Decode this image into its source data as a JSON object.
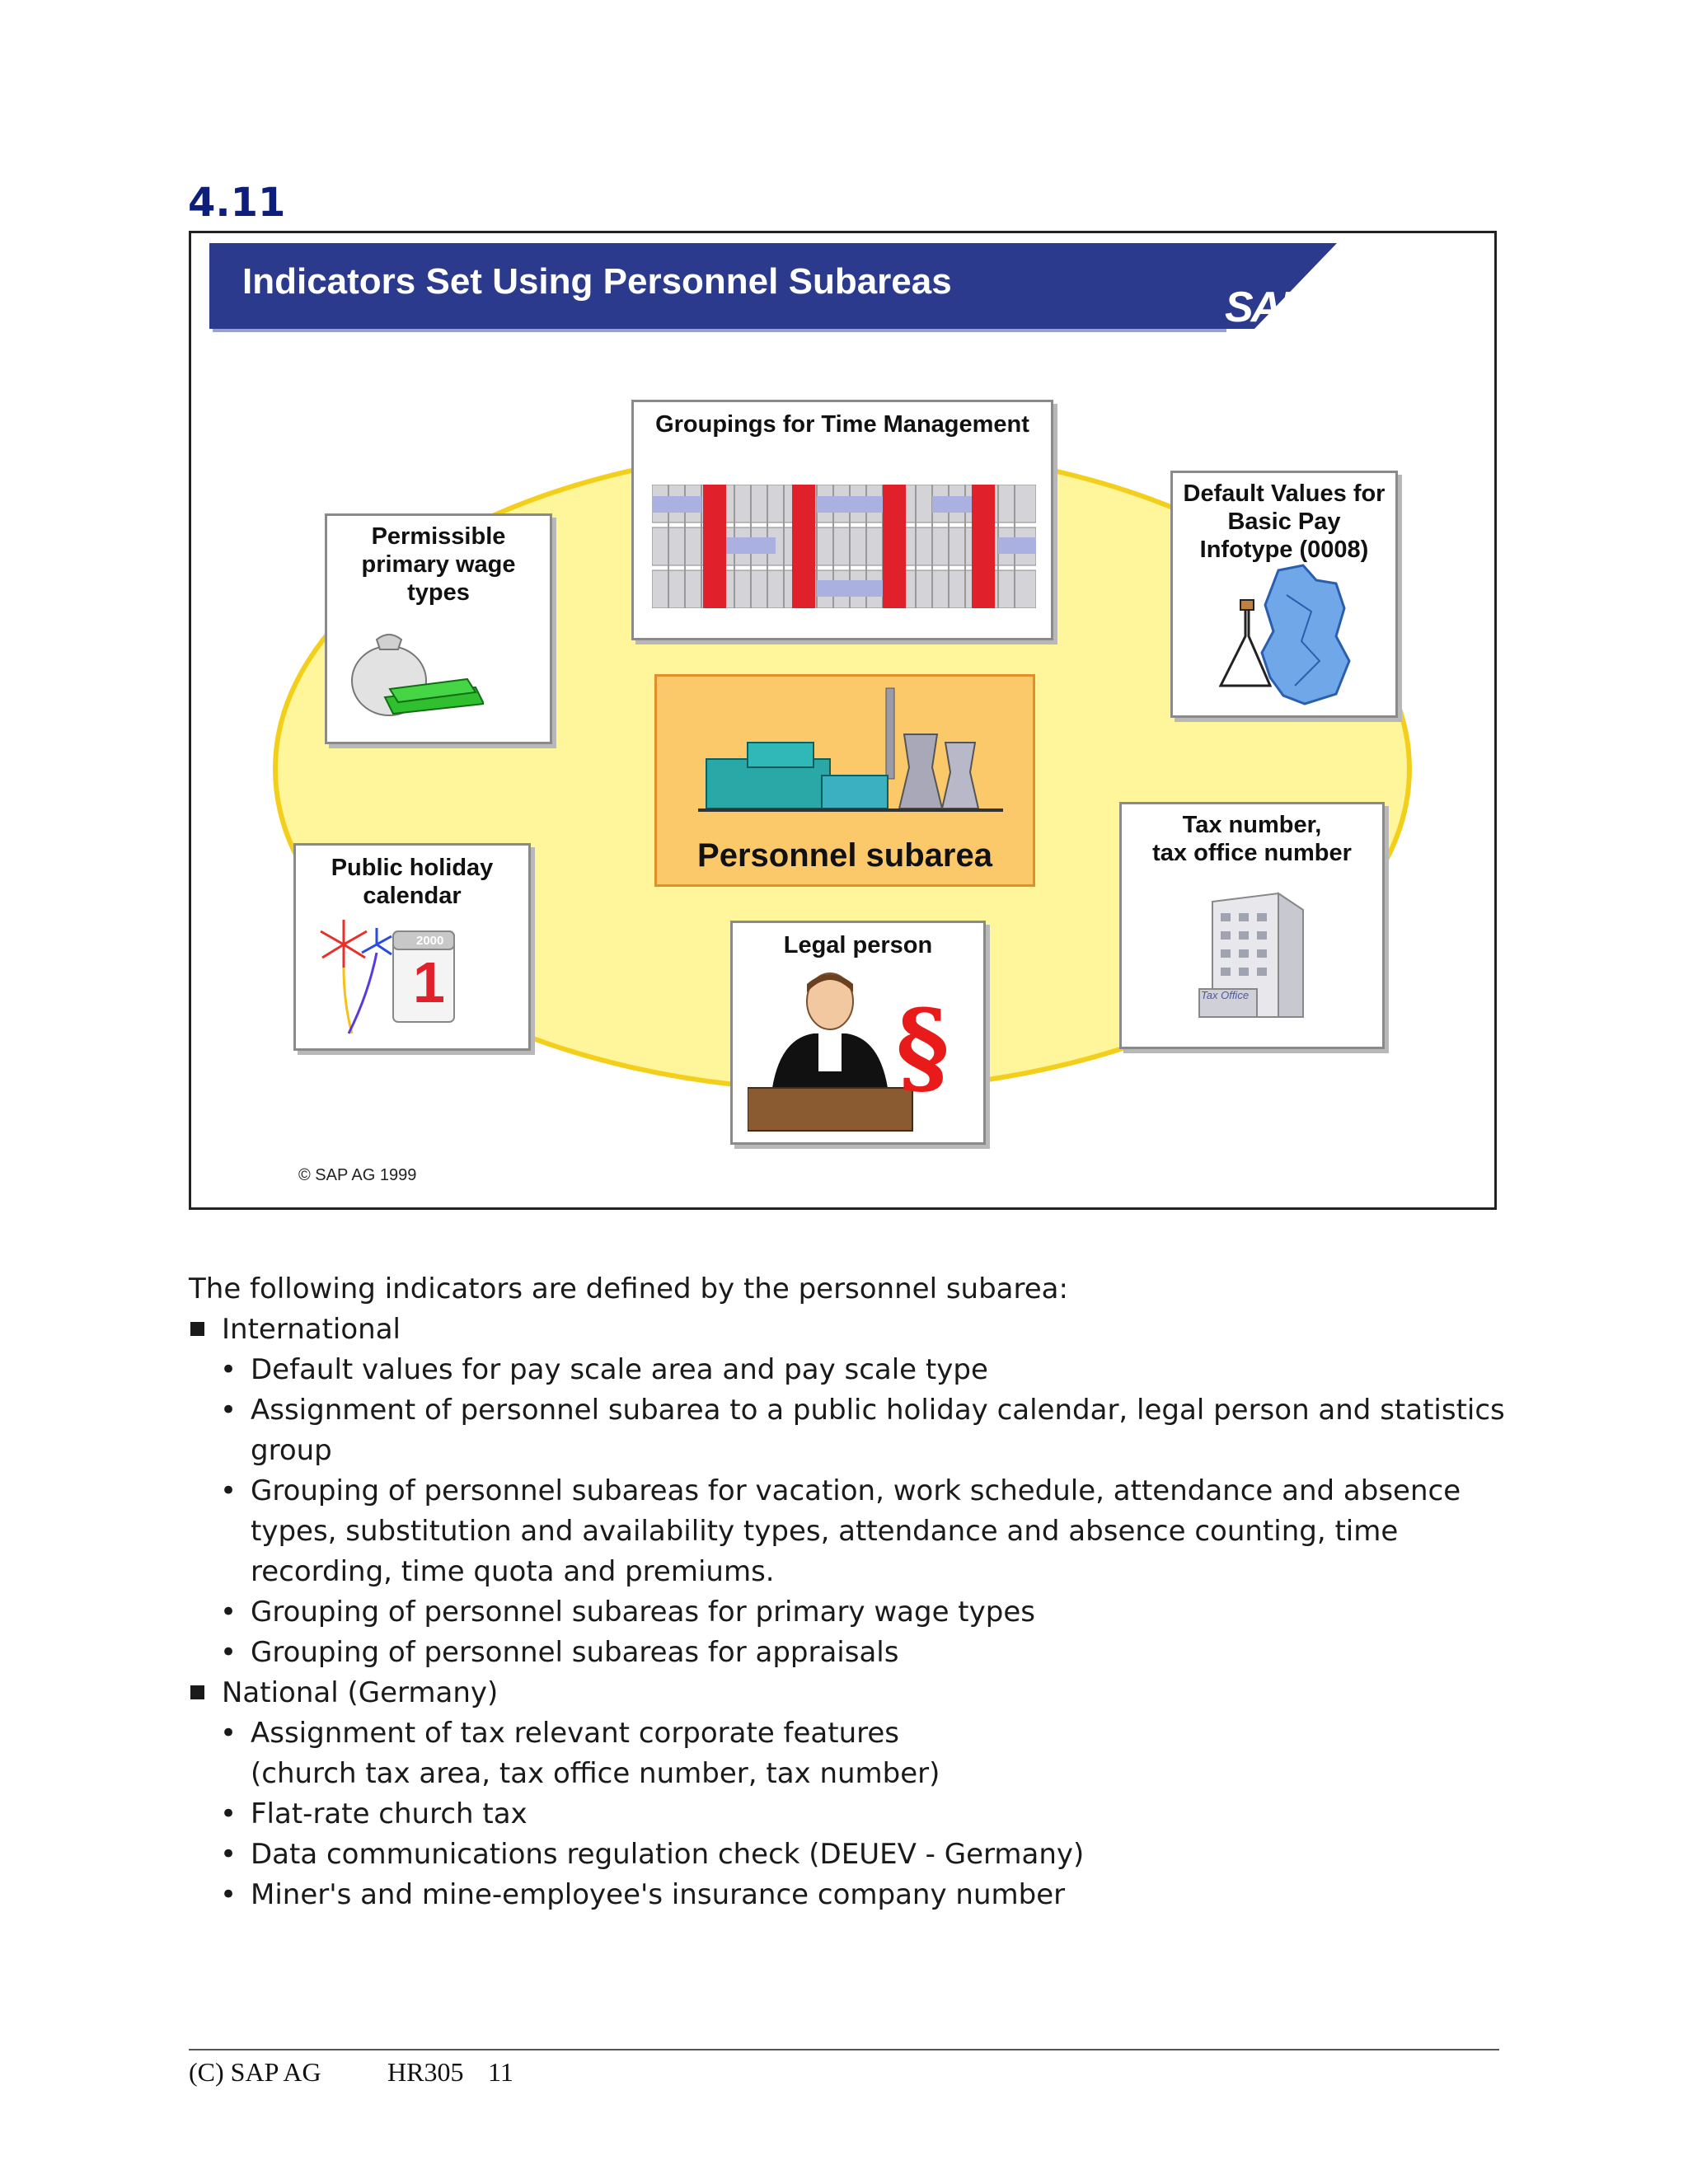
{
  "section_number": "4.11",
  "slide": {
    "title": "Indicators Set Using Personnel Subareas",
    "logo": "SAP",
    "center_label": "Personnel subarea",
    "boxes": {
      "time_management": "Groupings for Time Management",
      "default_values": "Default Values for\nBasic Pay\nInfotype  (0008)",
      "wage_types": "Permissible\nprimary wage\ntypes",
      "holiday_calendar": "Public holiday\ncalendar",
      "tax_number": "Tax number,\ntax office number",
      "legal_person": "Legal person"
    },
    "calendar_year": "2000",
    "calendar_day": "1",
    "tax_office_sign": "Tax Office",
    "paragraph_sign": "§",
    "copyright": "©  SAP AG 1999",
    "colors": {
      "title_bar": "#2b3a8c",
      "ellipse": "#fff59a",
      "center_box": "#fbc96a",
      "calendar_red": "#e0202a"
    }
  },
  "body": {
    "intro": "The following indicators are defined by the personnel subarea:",
    "sections": [
      {
        "heading": "International",
        "items": [
          "Default values for pay scale area and pay scale type",
          "Assignment of personnel subarea to a public holiday calendar, legal person and statistics group",
          "Grouping of personnel subareas for vacation, work schedule, attendance and absence types, substitution and availability types, attendance and absence counting, time recording, time quota and premiums.",
          "Grouping of personnel subareas for primary wage types",
          "Grouping of personnel subareas for appraisals"
        ]
      },
      {
        "heading": "National (Germany)",
        "items": [
          "Assignment of tax relevant corporate features\n(church tax area, tax office number, tax number)",
          "Flat-rate church tax",
          "Data communications regulation check (DEUEV - Germany)",
          "Miner's and mine-employee's insurance company number"
        ]
      }
    ],
    "bullet": "•"
  },
  "footer": {
    "left": "(C) SAP AG",
    "course": "HR305",
    "page": "11"
  }
}
